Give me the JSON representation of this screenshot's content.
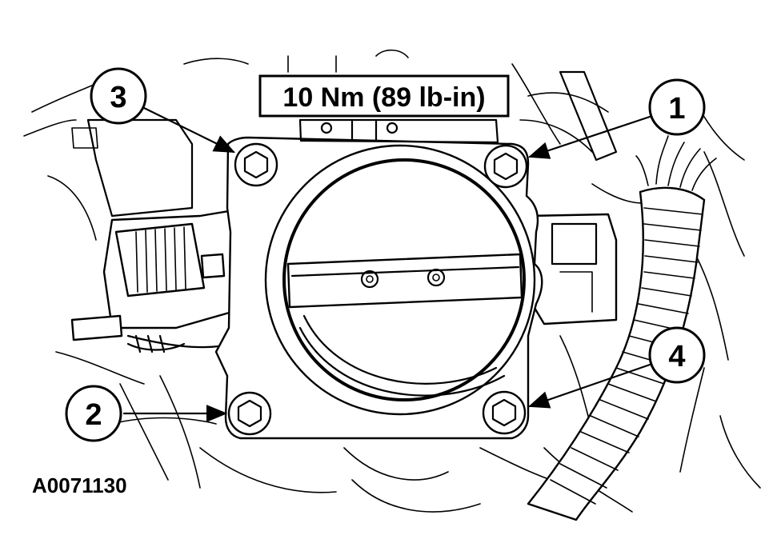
{
  "torque_label": "10 Nm (89 lb-in)",
  "figure_id": "A0071130",
  "callouts": [
    {
      "number": "1"
    },
    {
      "number": "2"
    },
    {
      "number": "3"
    },
    {
      "number": "4"
    }
  ],
  "colors": {
    "line": "#000000",
    "background": "#ffffff"
  }
}
